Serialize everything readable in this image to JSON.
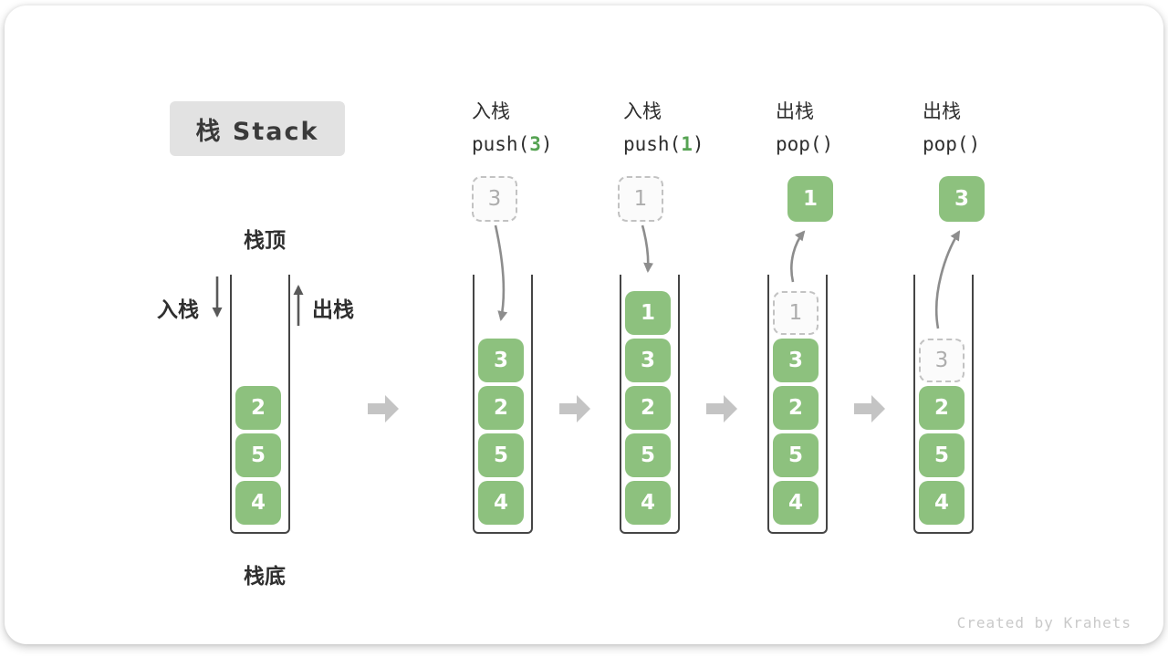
{
  "title": "栈 Stack",
  "footer": "Created by Krahets",
  "legend": {
    "stack_top": "栈顶",
    "stack_bottom": "栈底",
    "push_label": "入栈",
    "pop_label": "出栈"
  },
  "colors": {
    "box_green": "#8dc17e",
    "code_arg_green": "#56a353",
    "flow_arrow_gray": "#c4c4c4",
    "curve_arrow_gray": "#8d8d8d",
    "straight_arrow_dark": "#595959",
    "wall_dark": "#454545",
    "title_bg": "#e2e2e2",
    "dashed_border": "#c2c2c2",
    "dashed_text": "#adadad",
    "footer_text": "#c9c9c9"
  },
  "columns": [
    {
      "stack": [
        {
          "value": "2",
          "style": "solid"
        },
        {
          "value": "5",
          "style": "solid"
        },
        {
          "value": "4",
          "style": "solid"
        }
      ]
    },
    {
      "op_label": "入栈",
      "code_prefix": "push(",
      "code_arg": "3",
      "code_suffix": ")",
      "floating": {
        "value": "3",
        "style": "dashed"
      },
      "stack": [
        {
          "value": "3",
          "style": "solid"
        },
        {
          "value": "2",
          "style": "solid"
        },
        {
          "value": "5",
          "style": "solid"
        },
        {
          "value": "4",
          "style": "solid"
        }
      ]
    },
    {
      "op_label": "入栈",
      "code_prefix": "push(",
      "code_arg": "1",
      "code_suffix": ")",
      "floating": {
        "value": "1",
        "style": "dashed"
      },
      "stack": [
        {
          "value": "1",
          "style": "solid"
        },
        {
          "value": "3",
          "style": "solid"
        },
        {
          "value": "2",
          "style": "solid"
        },
        {
          "value": "5",
          "style": "solid"
        },
        {
          "value": "4",
          "style": "solid"
        }
      ]
    },
    {
      "op_label": "出栈",
      "code_prefix": "pop(",
      "code_arg": "",
      "code_suffix": ")",
      "floating": {
        "value": "1",
        "style": "solid"
      },
      "stack": [
        {
          "value": "1",
          "style": "dashed"
        },
        {
          "value": "3",
          "style": "solid"
        },
        {
          "value": "2",
          "style": "solid"
        },
        {
          "value": "5",
          "style": "solid"
        },
        {
          "value": "4",
          "style": "solid"
        }
      ]
    },
    {
      "op_label": "出栈",
      "code_prefix": "pop(",
      "code_arg": "",
      "code_suffix": ")",
      "floating": {
        "value": "3",
        "style": "solid"
      },
      "stack": [
        {
          "value": "3",
          "style": "dashed"
        },
        {
          "value": "2",
          "style": "solid"
        },
        {
          "value": "5",
          "style": "solid"
        },
        {
          "value": "4",
          "style": "solid"
        }
      ]
    }
  ]
}
